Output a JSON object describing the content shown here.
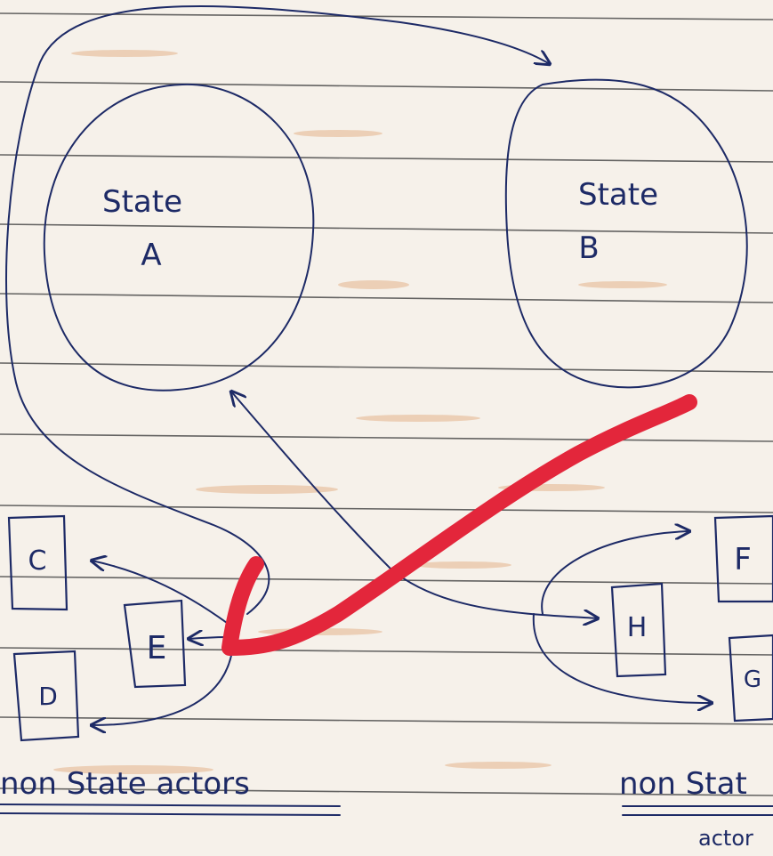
{
  "diagram": {
    "states": [
      {
        "id": "A",
        "line1": "State",
        "line2": "A"
      },
      {
        "id": "B",
        "line1": "State",
        "line2": "B"
      }
    ],
    "actors_left": [
      {
        "id": "C",
        "label": "C"
      },
      {
        "id": "E",
        "label": "E"
      },
      {
        "id": "D",
        "label": "D"
      }
    ],
    "actors_right": [
      {
        "id": "F",
        "label": "F"
      },
      {
        "id": "H",
        "label": "H"
      },
      {
        "id": "G",
        "label": "G"
      }
    ],
    "captions": {
      "left": "non State actors",
      "right_line1": "non Stat",
      "right_line2": "actor"
    },
    "colors": {
      "ink": "#1d2a66",
      "paper": "#f6f1ea",
      "rule_lines": "#4b4b4b",
      "highlight": "#e3263b"
    }
  }
}
